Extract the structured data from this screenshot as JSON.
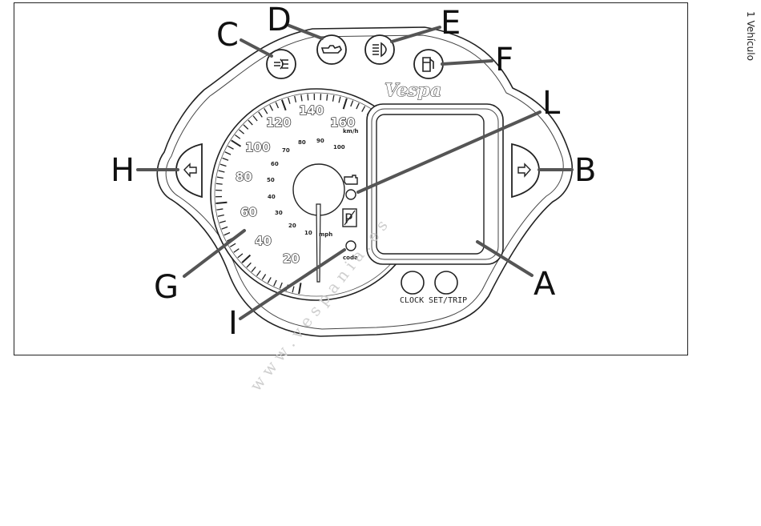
{
  "side_label": "1 Vehículo",
  "brand": "Vespa",
  "watermark": "w w w . v e s p a n i a . e s",
  "callouts": {
    "A": "A",
    "B": "B",
    "C": "C",
    "D": "D",
    "E": "E",
    "F": "F",
    "G": "G",
    "H": "H",
    "I": "I",
    "L": "L"
  },
  "speedo": {
    "kmh_ticks": [
      "20",
      "40",
      "60",
      "80",
      "100",
      "120",
      "140",
      "160"
    ],
    "kmh_unit": "km/h",
    "mph_ticks": [
      "10",
      "20",
      "30",
      "40",
      "50",
      "60",
      "70",
      "80",
      "90",
      "100"
    ],
    "mph_unit": "mph"
  },
  "indicators": {
    "immobilizer_label": "code",
    "parking_symbol": "P"
  },
  "buttons": {
    "clock": "CLOCK",
    "set_trip": "SET/TRIP"
  },
  "icons": {
    "C": "high-beam-icon",
    "D": "oil-can-icon",
    "E": "low-beam-icon",
    "F": "fuel-pump-icon",
    "H": "left-turn-arrow-icon",
    "B": "right-turn-arrow-icon",
    "engine": "engine-check-icon"
  }
}
